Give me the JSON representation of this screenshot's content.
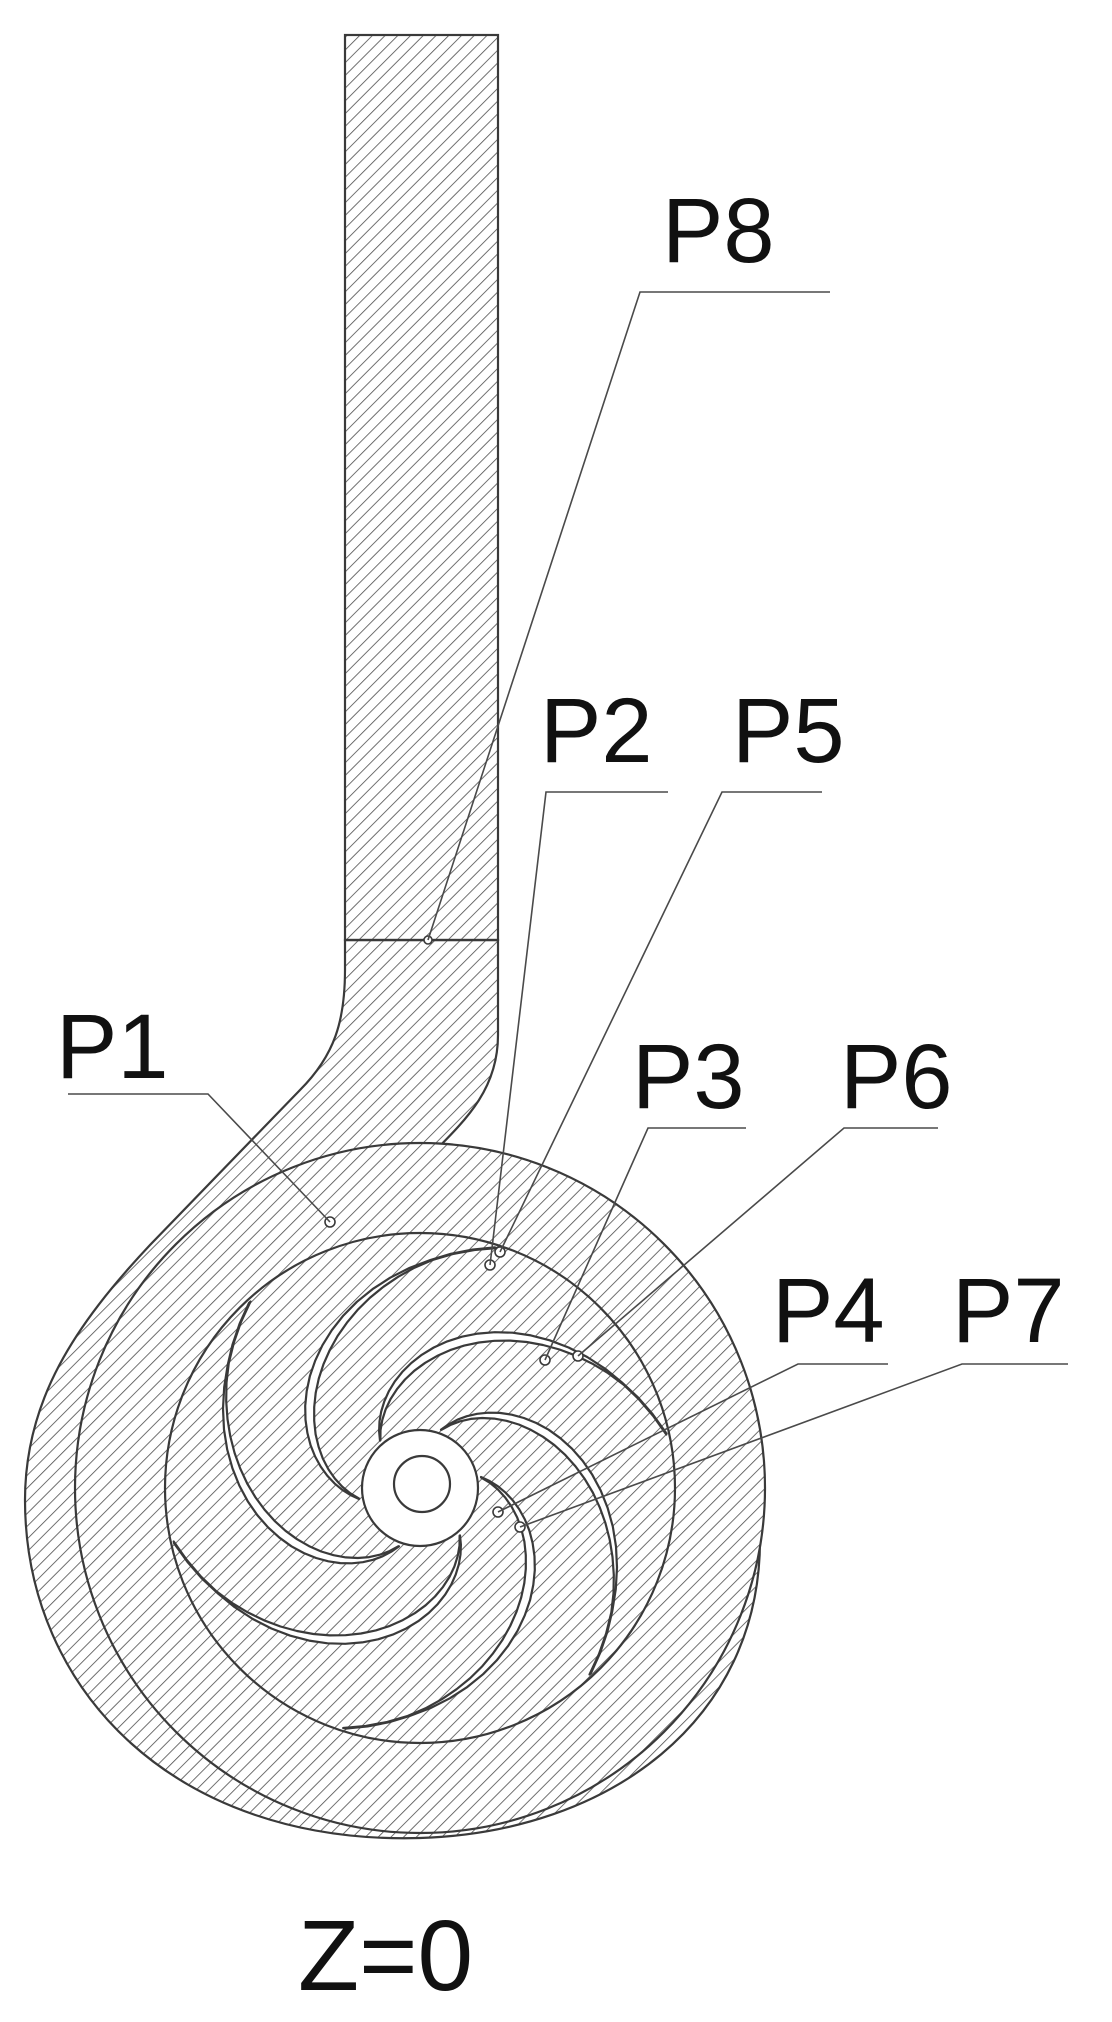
{
  "diagram": {
    "labels": {
      "p1": "P1",
      "p2": "P2",
      "p3": "P3",
      "p4": "P4",
      "p5": "P5",
      "p6": "P6",
      "p7": "P7",
      "p8": "P8"
    },
    "caption": "Z=0",
    "colors": {
      "line": "#3a3a3a",
      "text": "#111111",
      "background": "#ffffff"
    }
  }
}
